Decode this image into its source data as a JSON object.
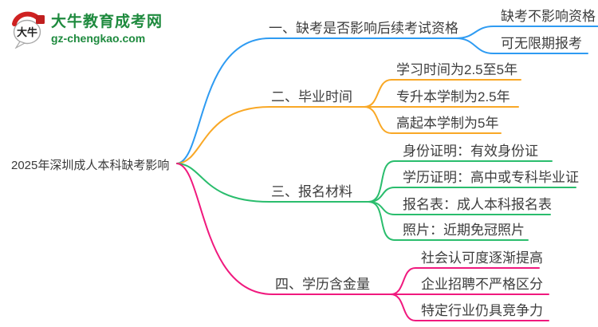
{
  "header": {
    "site_name": "大牛教育成考网",
    "site_url": "gz-chengkao.com",
    "logo_text": "大牛",
    "brand_color": "#1e8a3e"
  },
  "title": "2025年深圳成人本科缺考影响",
  "branches": [
    {
      "label": "一、缺考是否影响后续考试资格",
      "color": "#2e9bf2",
      "children": [
        "缺考不影响资格",
        "可无限期报考"
      ]
    },
    {
      "label": "二、毕业时间",
      "color": "#f9a826",
      "children": [
        "学习时间为2.5至5年",
        "专升本学制为2.5年",
        "高起本学制为5年"
      ]
    },
    {
      "label": "三、报名材料",
      "color": "#2abd6d",
      "children": [
        "身份证明：有效身份证",
        "学历证明：高中或专科毕业证",
        "报名表：成人本科报名表",
        "照片：近期免冠照片"
      ]
    },
    {
      "label": "四、学历含金量",
      "color": "#f0197e",
      "children": [
        "社会认可度逐渐提高",
        "企业招聘不严格区分",
        "特定行业仍具竞争力"
      ]
    }
  ]
}
